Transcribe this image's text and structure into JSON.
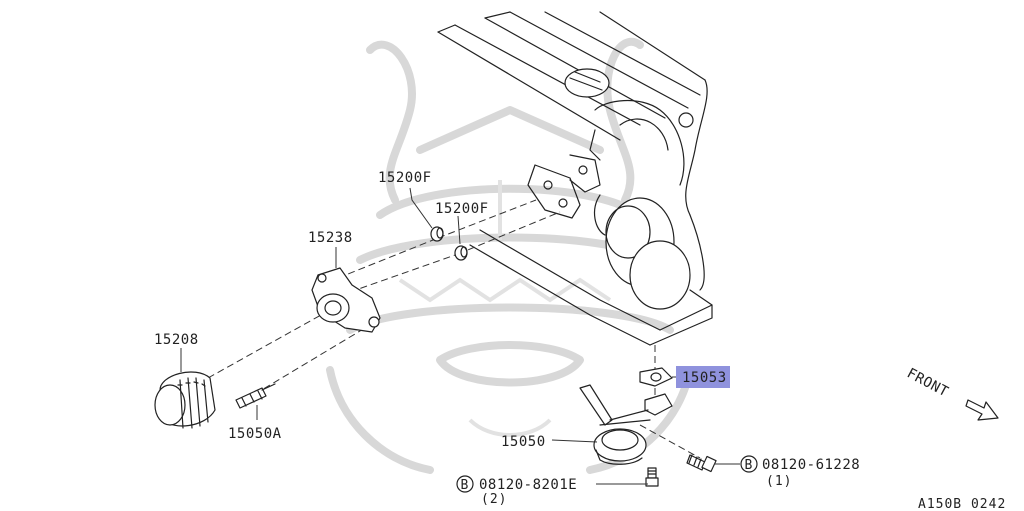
{
  "diagram": {
    "parts": {
      "p15200f_a": "15200F",
      "p15200f_b": "15200F",
      "p15238": "15238",
      "p15208": "15208",
      "p15050a": "15050A",
      "p15053": "15053",
      "p15050": "15050",
      "bolt1_code": "08120-61228",
      "bolt1_qty": "(1)",
      "bolt2_code": "08120-8201E",
      "bolt2_qty": "(2)",
      "bolt_marker": "B"
    },
    "front_label": "FRONT",
    "figure_code": "A150B 0242",
    "highlight_color": "#8f92dd"
  }
}
